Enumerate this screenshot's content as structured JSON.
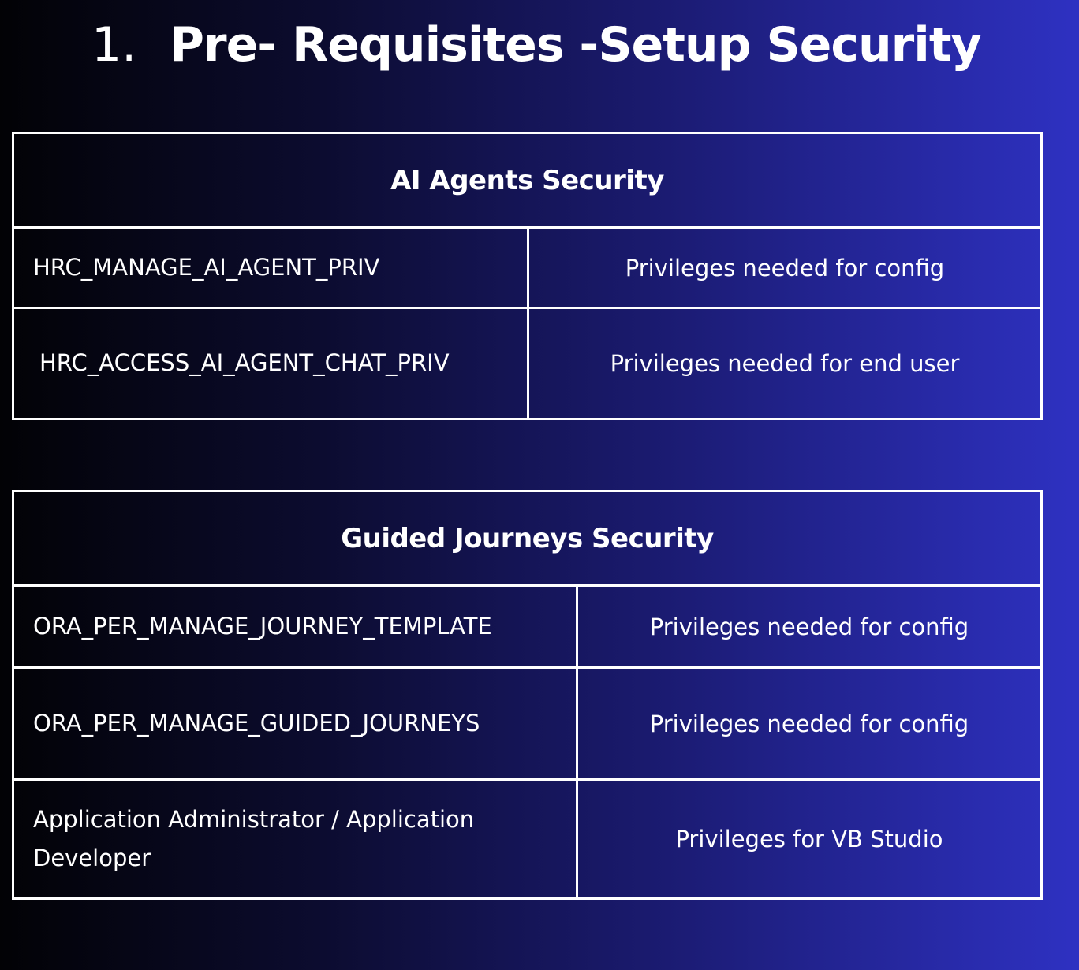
{
  "title": {
    "number": "1.",
    "text": "Pre- Requisites -Setup Security"
  },
  "colors": {
    "background_start": "#020205",
    "background_end": "#2e31c2",
    "border": "#ffffff"
  },
  "tables": [
    {
      "header": "AI Agents  Security",
      "rows": [
        {
          "name": "HRC_MANAGE_AI_AGENT_PRIV",
          "desc": "Privileges needed for config"
        },
        {
          "name": "HRC_ACCESS_AI_AGENT_CHAT_PRIV",
          "desc": "Privileges needed for end user"
        }
      ]
    },
    {
      "header": "Guided Journeys Security",
      "rows": [
        {
          "name": "ORA_PER_MANAGE_JOURNEY_TEMPLATE",
          "desc": "Privileges needed for config"
        },
        {
          "name": "ORA_PER_MANAGE_GUIDED_JOURNEYS",
          "desc": "Privileges needed for config"
        },
        {
          "name": "Application Administrator / Application Developer",
          "desc": "Privileges for VB Studio"
        }
      ]
    }
  ]
}
